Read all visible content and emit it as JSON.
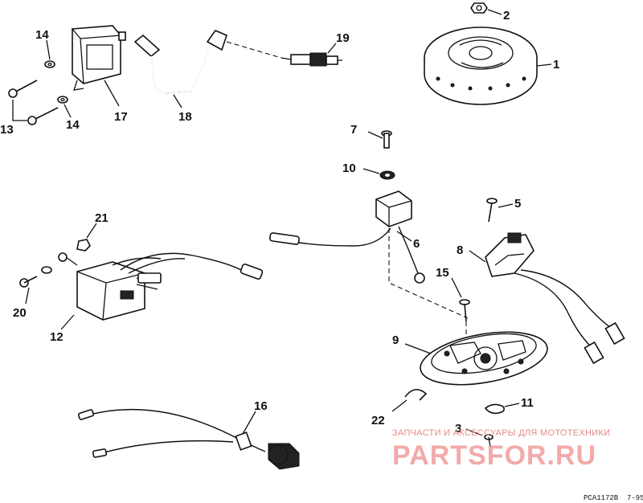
{
  "callouts": {
    "n1": "1",
    "n2": "2",
    "n3": "3",
    "n5": "5",
    "n6": "6",
    "n7": "7",
    "n8": "8",
    "n9": "9",
    "n10": "10",
    "n11": "11",
    "n12": "12",
    "n13": "13",
    "n14a": "14",
    "n14b": "14",
    "n15": "15",
    "n16": "16",
    "n17": "17",
    "n18": "18",
    "n19": "19",
    "n20": "20",
    "n21": "21",
    "n22": "22"
  },
  "watermark": {
    "tagline": "ЗАПЧАСТИ И АКСЕССУАРЫ ДЛЯ МОТОТЕХНИКИ",
    "brand": "PARTSFOR.RU"
  },
  "drawing_code": "PCA1172B",
  "drawing_date": "7-95"
}
